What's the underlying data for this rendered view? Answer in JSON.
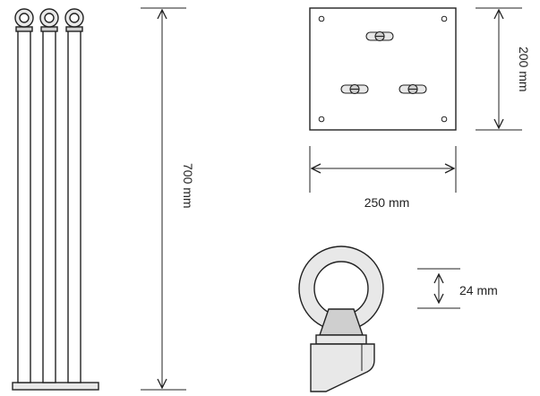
{
  "colors": {
    "line": "#222222",
    "fill": "#ffffff",
    "shade_light": "#e8e8e8",
    "shade_mid": "#cfcfcf",
    "shade_dark": "#b5b5b5"
  },
  "dimensions": {
    "height": {
      "label": "700 mm"
    },
    "plate_height": {
      "label": "200 mm"
    },
    "plate_width": {
      "label": "250 mm"
    },
    "ring_size": {
      "label": "24 mm"
    }
  }
}
